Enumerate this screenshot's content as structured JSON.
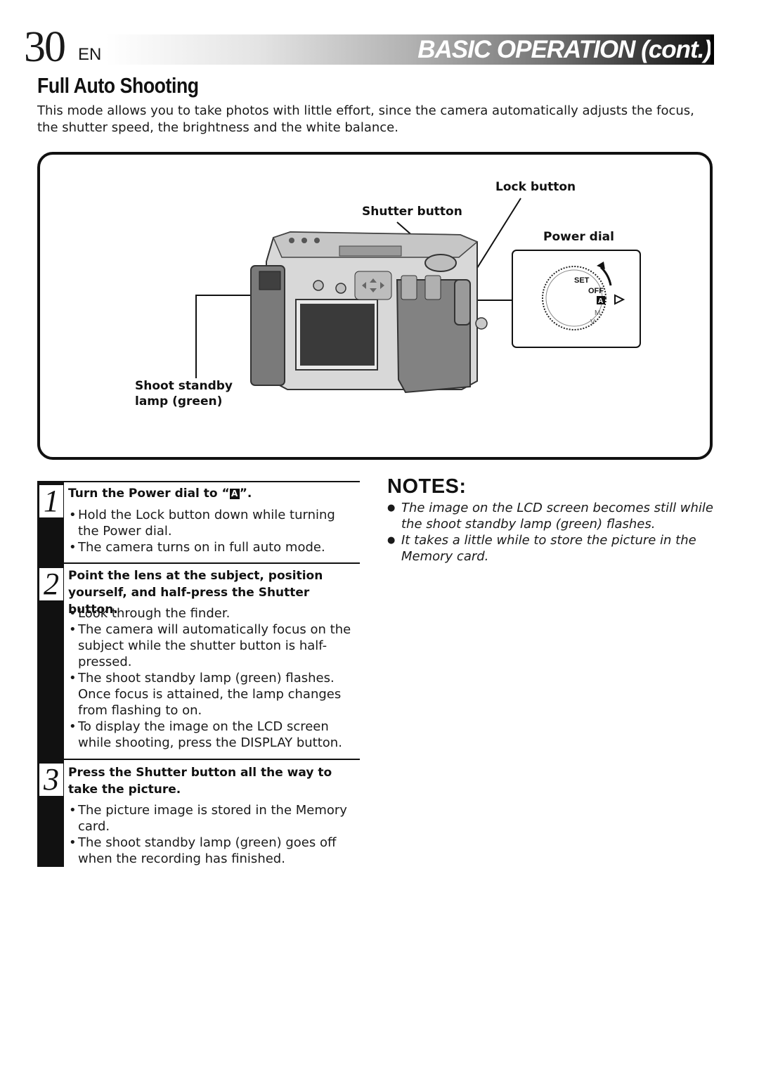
{
  "header": {
    "page_number": "30",
    "lang": "EN",
    "title": "BASIC OPERATION",
    "title_cont": "(cont.)"
  },
  "section": {
    "title": "Full Auto Shooting",
    "intro": "This mode allows you to take photos with little effort, since the camera automatically adjusts the focus, the shutter speed, the brightness and the white balance."
  },
  "figure": {
    "labels": {
      "lock_button": "Lock button",
      "shutter_button": "Shutter button",
      "power_dial": "Power dial",
      "shoot_standby_line1": "Shoot standby",
      "shoot_standby_line2": "lamp (green)"
    },
    "dial_marks": {
      "set": "SET",
      "off": "OFF",
      "auto": "A",
      "manual": "M",
      "view": "V"
    }
  },
  "steps": [
    {
      "number": "1",
      "heading_prefix": "Turn the Power dial to “",
      "heading_icon": "A",
      "heading_suffix": "”.",
      "bullets": [
        "Hold the Lock button down while turning the Power dial.",
        "The camera turns on in full auto mode."
      ]
    },
    {
      "number": "2",
      "heading": "Point the lens at the subject, position yourself, and half-press the Shutter button.",
      "bullets": [
        "Look through the finder.",
        "The camera will automatically focus on the subject while the shutter button is half-pressed.",
        "The shoot standby lamp (green) flashes. Once focus is attained, the lamp changes from flashing to on.",
        "To display the image on the LCD screen while shooting, press the DISPLAY button."
      ]
    },
    {
      "number": "3",
      "heading": "Press the Shutter button all the way to take the picture.",
      "bullets": [
        "The picture image is stored in the Memory card.",
        "The shoot standby lamp (green) goes off when the recording has finished."
      ]
    }
  ],
  "notes": {
    "title": "NOTES:",
    "items": [
      "The image on the LCD screen becomes still while the shoot standby lamp (green) flashes.",
      "It takes a little while to store the picture in the Memory card."
    ]
  }
}
